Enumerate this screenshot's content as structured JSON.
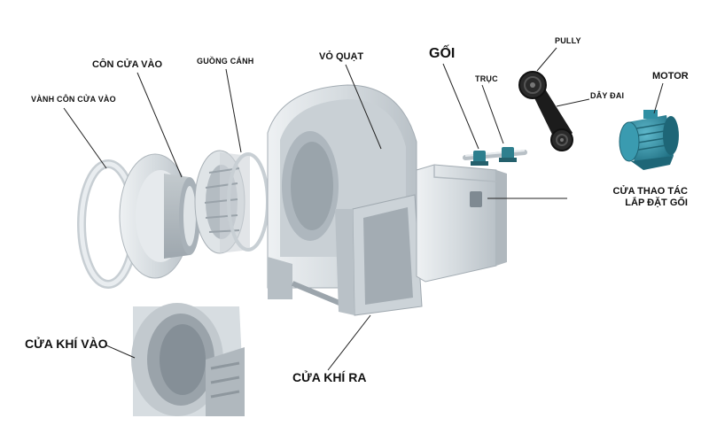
{
  "labels": {
    "vanh_con_cua_vao": "VÀNH CÔN CỬA VÀO",
    "con_cua_vao": "CÔN CỬA VÀO",
    "guong_canh": "GUỒNG CÁNH",
    "vo_quat": "VỎ QUẠT",
    "goi": "GỐI",
    "truc": "TRỤC",
    "pully": "PULLY",
    "day_dai": "DÂY ĐAI",
    "motor": "MOTOR",
    "cua_thao_tac_line1": "CỬA THAO TÁC",
    "cua_thao_tac_line2": "LẮP ĐẶT GỐI",
    "cua_khi_vao": "CỬA KHÍ VÀO",
    "cua_khi_ra": "CỬA KHÍ RA"
  },
  "colors": {
    "fan_body": "#d4dade",
    "fan_shadow": "#aab3ba",
    "leader_line": "#222222",
    "motor": "#2f8fa3",
    "belt": "#1c1c1c"
  }
}
